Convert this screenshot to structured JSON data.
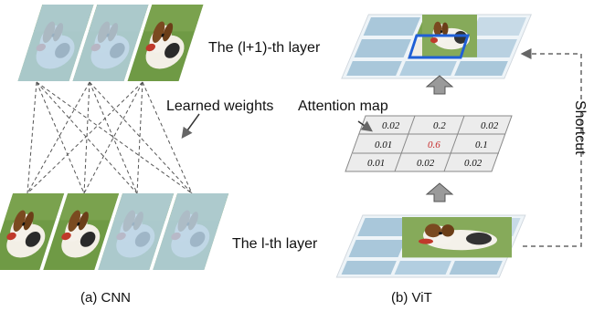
{
  "cnn": {
    "learned_weights_label": "Learned weights",
    "caption": "(a) CNN"
  },
  "vit": {
    "upper_layer_label": "The (l+1)-th layer",
    "lower_layer_label": "The l-th layer",
    "attention_map_label": "Attention map",
    "shortcut_label": "Shortcut",
    "caption": "(b) ViT",
    "attention_values": [
      [
        "0.02",
        "0.2",
        "0.02"
      ],
      [
        "0.01",
        "0.6",
        "0.1"
      ],
      [
        "0.01",
        "0.02",
        "0.02"
      ]
    ],
    "highlight_value_color": "#c62828",
    "highlight_box_color": "#1f5fd6"
  },
  "colors": {
    "patch_pale": "#a9c7da",
    "grass": "#5f8f3c",
    "arrow": "#555555"
  }
}
